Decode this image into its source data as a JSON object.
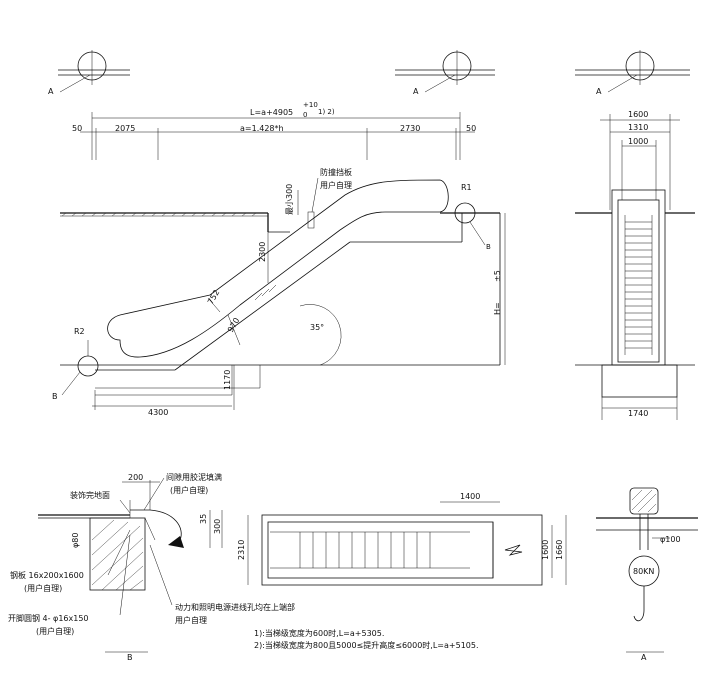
{
  "side_view": {
    "total_length": "L=a+4905",
    "note_superscript": "+10",
    "note_subscript": "0",
    "note_refs": "1) 2)",
    "dim_left_end": "50",
    "dim_left": "2075",
    "dim_middle": "a=1.428*h",
    "dim_right": "2730",
    "dim_right_end": "50",
    "label_a_left": "A",
    "label_a_right": "A",
    "min_clearance": "最小300",
    "anti_collision": "防撞挡板",
    "user_provided": "用户自理",
    "r1": "R1",
    "r2": "R2",
    "label_b": "B",
    "label_b_small": "B",
    "dim_2300": "2300",
    "dim_752": "752",
    "dim_970": "970",
    "angle": "35°",
    "height": "H=",
    "height_tol": "±5",
    "dim_1170": "1170",
    "dim_4300": "4300"
  },
  "end_view": {
    "label_a": "A",
    "dim_1600": "1600",
    "dim_1310": "1310",
    "dim_1000": "1000",
    "dim_1740": "1740"
  },
  "detail_b": {
    "dim_200": "200",
    "gap_fill": "间隙用胶泥填满",
    "gap_user": "(用户自理)",
    "finished_floor": "装饰完地面",
    "dim_35": "35",
    "dim_300": "300",
    "dim_phi80": "φ80",
    "steel_plate": "钢板 16x200x1600",
    "steel_plate_user": "(用户自理)",
    "anchor": "开脚圆钢 4- φ16x150",
    "anchor_user": "(用户自理)",
    "power_note": "动力和照明电源进线孔均在上端部",
    "power_user": "用户自理",
    "title": "B"
  },
  "plan_view": {
    "dim_1400": "1400",
    "dim_2310": "2310",
    "dim_1600": "1600",
    "dim_1660": "1660"
  },
  "detail_a": {
    "dim_phi100": "φ100",
    "load": "80KN",
    "title": "A"
  },
  "notes": {
    "note1": "1):当梯级宽度为600时,L=a+5305.",
    "note2": "2):当梯级宽度为800且5000≤提升高度≤6000时,L=a+5105."
  }
}
